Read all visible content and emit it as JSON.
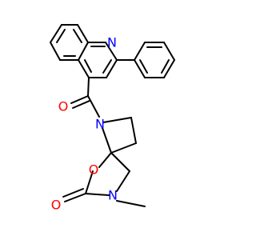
{
  "colors": {
    "background": "#ffffff",
    "bond": "#000000",
    "nitrogen": "#0000ff",
    "oxygen": "#ff0000"
  },
  "atoms": {
    "quinoline_n": {
      "label": "N",
      "element": "nitrogen"
    },
    "amide_n": {
      "label": "N",
      "element": "nitrogen"
    },
    "carbonyl_o_top": {
      "label": "O",
      "element": "oxygen"
    },
    "ring_o": {
      "label": "O",
      "element": "oxygen"
    },
    "oxazolidinone_n": {
      "label": "N",
      "element": "nitrogen"
    },
    "carbonyl_o_bottom": {
      "label": "O",
      "element": "oxygen"
    }
  }
}
